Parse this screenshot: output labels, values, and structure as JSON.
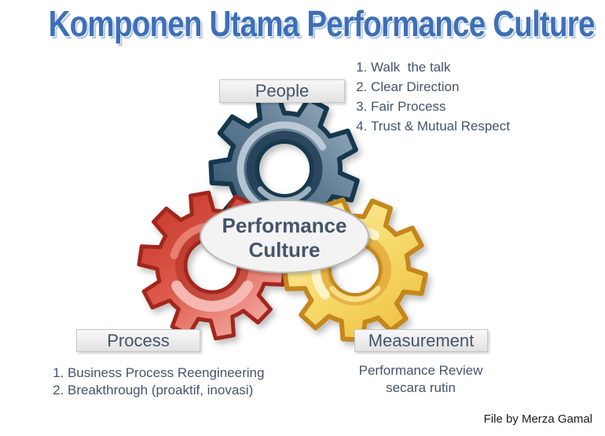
{
  "title": {
    "text": "Komponen Utama Performance Culture"
  },
  "center": {
    "label": "Performance Culture",
    "lines": [
      "Performance",
      "Culture"
    ]
  },
  "groups": {
    "people": {
      "label": "People",
      "items": [
        "Walk  the talk",
        "Clear Direction",
        "Fair Process",
        "Trust & Mutual Respect"
      ]
    },
    "process": {
      "label": "Process",
      "items": [
        "Business Process Reengineering",
        "Breakthrough (proaktif, inovasi)"
      ]
    },
    "measurement": {
      "label": "Measurement",
      "note_lines": [
        "Performance Review",
        "secara rutin"
      ]
    }
  },
  "footer": {
    "credit": "File by Merza Gamal"
  },
  "colors": {
    "title_blue": "#3E6FB7",
    "title_shadow": "#AFC7E6",
    "text_slate": "#44546A",
    "label_border": "#C6C6C6",
    "ellipse_fill": "#F3F3F3",
    "ellipse_stroke": "#B9B9B9",
    "gear_blue": {
      "stroke": "#17374E",
      "ring": "#1E3C52",
      "g1": "#2A4C66",
      "g2": "#5F7C93",
      "g3": "#9FB4C3",
      "highlight": "#C7D4DE",
      "rim_light": "#ABBECB"
    },
    "gear_red": {
      "stroke": "#A1261B",
      "ring": "#B03024",
      "g1": "#C23425",
      "g2": "#DE5A4C",
      "g3": "#F3ACA3",
      "highlight": "#F6BCB4",
      "swoosh": "#EE897D"
    },
    "gear_yellow": {
      "stroke": "#C3871E",
      "ring": "#E3A93C",
      "g1": "#FBF0BB",
      "g2": "#F7DC71",
      "g3": "#EFC242",
      "highlight": "#FCF4CF",
      "rim_light": "#F9E48F"
    }
  }
}
